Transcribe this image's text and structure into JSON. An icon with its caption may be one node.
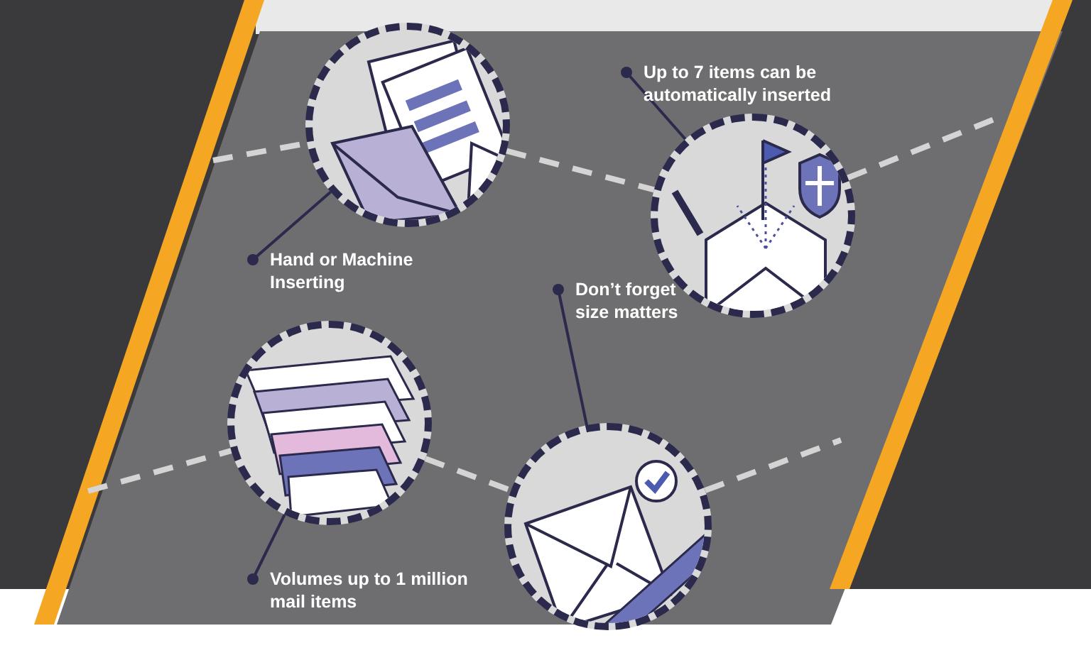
{
  "diagram": {
    "nodes": [
      {
        "text": [],
        "shape": "picture"
      },
      {
        "text": [
          "Hand or Machine Inserting"
        ]
      },
      {
        "text": [],
        "shape": "picture"
      },
      {
        "text": [
          "Up to 7 items can be automatically inserted"
        ]
      },
      {
        "text": [],
        "shape": "picture"
      },
      {
        "text": [
          "Volumes up to 1 million mail items"
        ]
      },
      {
        "text": [],
        "shape": "picture"
      },
      {
        "text": [
          "Don’t forget size matters"
        ]
      }
    ],
    "edges": [
      {
        "from": 1,
        "to": 0,
        "arrow": "other",
        "color": "#2b2a4c"
      },
      {
        "from": 3,
        "to": 2,
        "arrow": "other",
        "color": "#2b2a4c"
      },
      {
        "from": 5,
        "to": 4,
        "arrow": "other",
        "color": "#2b2a4c"
      },
      {
        "from": 7,
        "to": 6,
        "arrow": "other",
        "color": "#2b2a4c"
      },
      {
        "from": null,
        "to": 0,
        "arrow": "none",
        "style": "dashed",
        "color": "#d4d4d4"
      },
      {
        "from": 0,
        "to": 2,
        "arrow": "none",
        "style": "dashed",
        "color": "#d4d4d4"
      },
      {
        "from": 2,
        "to": null,
        "arrow": "none",
        "style": "dashed",
        "color": "#d4d4d4"
      },
      {
        "from": null,
        "to": 4,
        "arrow": "none",
        "style": "dashed",
        "color": "#d4d4d4"
      },
      {
        "from": 4,
        "to": 6,
        "arrow": "none",
        "style": "dashed",
        "color": "#d4d4d4"
      },
      {
        "from": 6,
        "to": null,
        "arrow": "none",
        "style": "dashed",
        "color": "#d4d4d4"
      }
    ]
  }
}
